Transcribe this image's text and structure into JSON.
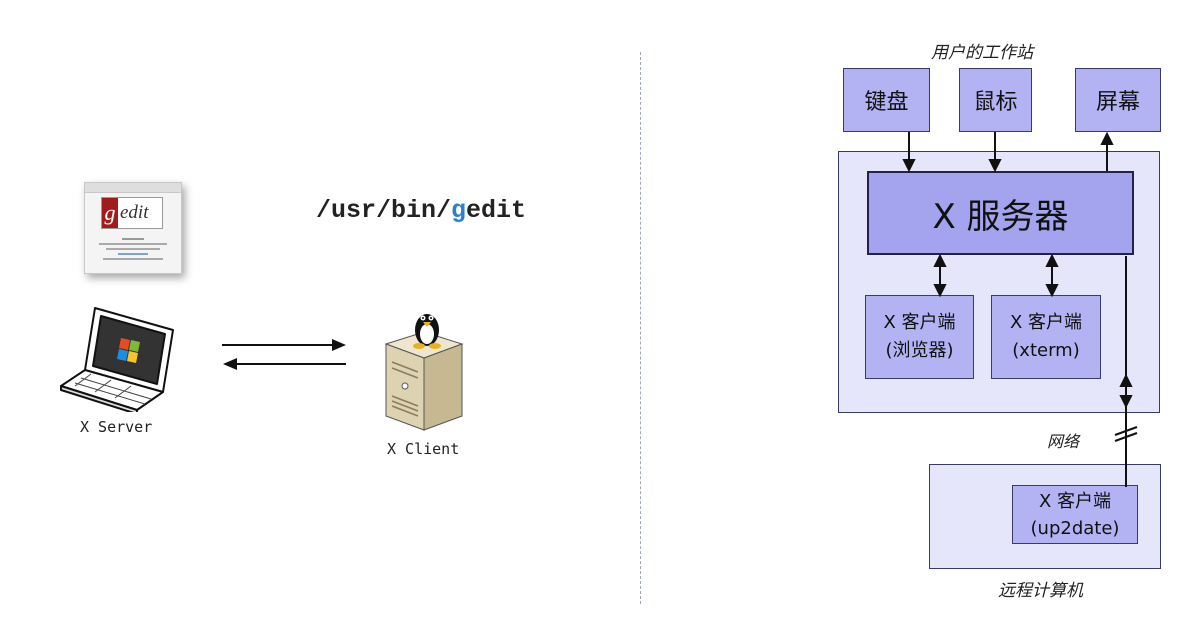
{
  "left": {
    "command_prefix": "/usr/bin/",
    "command_g": "g",
    "command_suffix": "edit",
    "app_name": "gedit",
    "server_label": "X Server",
    "client_label": "X Client"
  },
  "right": {
    "workstation_label": "用户的工作站",
    "keyboard": "键盘",
    "mouse": "鼠标",
    "screen": "屏幕",
    "x_server": "X 服务器",
    "client1_line1": "X 客户端",
    "client1_line2": "(浏览器)",
    "client2_line1": "X 客户端",
    "client2_line2": "(xterm)",
    "network_label": "网络",
    "client3_line1": "X 客户端",
    "client3_line2": "(up2date)",
    "remote_label": "远程计算机"
  },
  "colors": {
    "box_fill": "#b3b3f4",
    "panel_fill": "#e6e6fb",
    "server_fill": "#a3a3ee",
    "gedit_red": "#a11d1d",
    "accent_blue": "#2a7fd4"
  }
}
